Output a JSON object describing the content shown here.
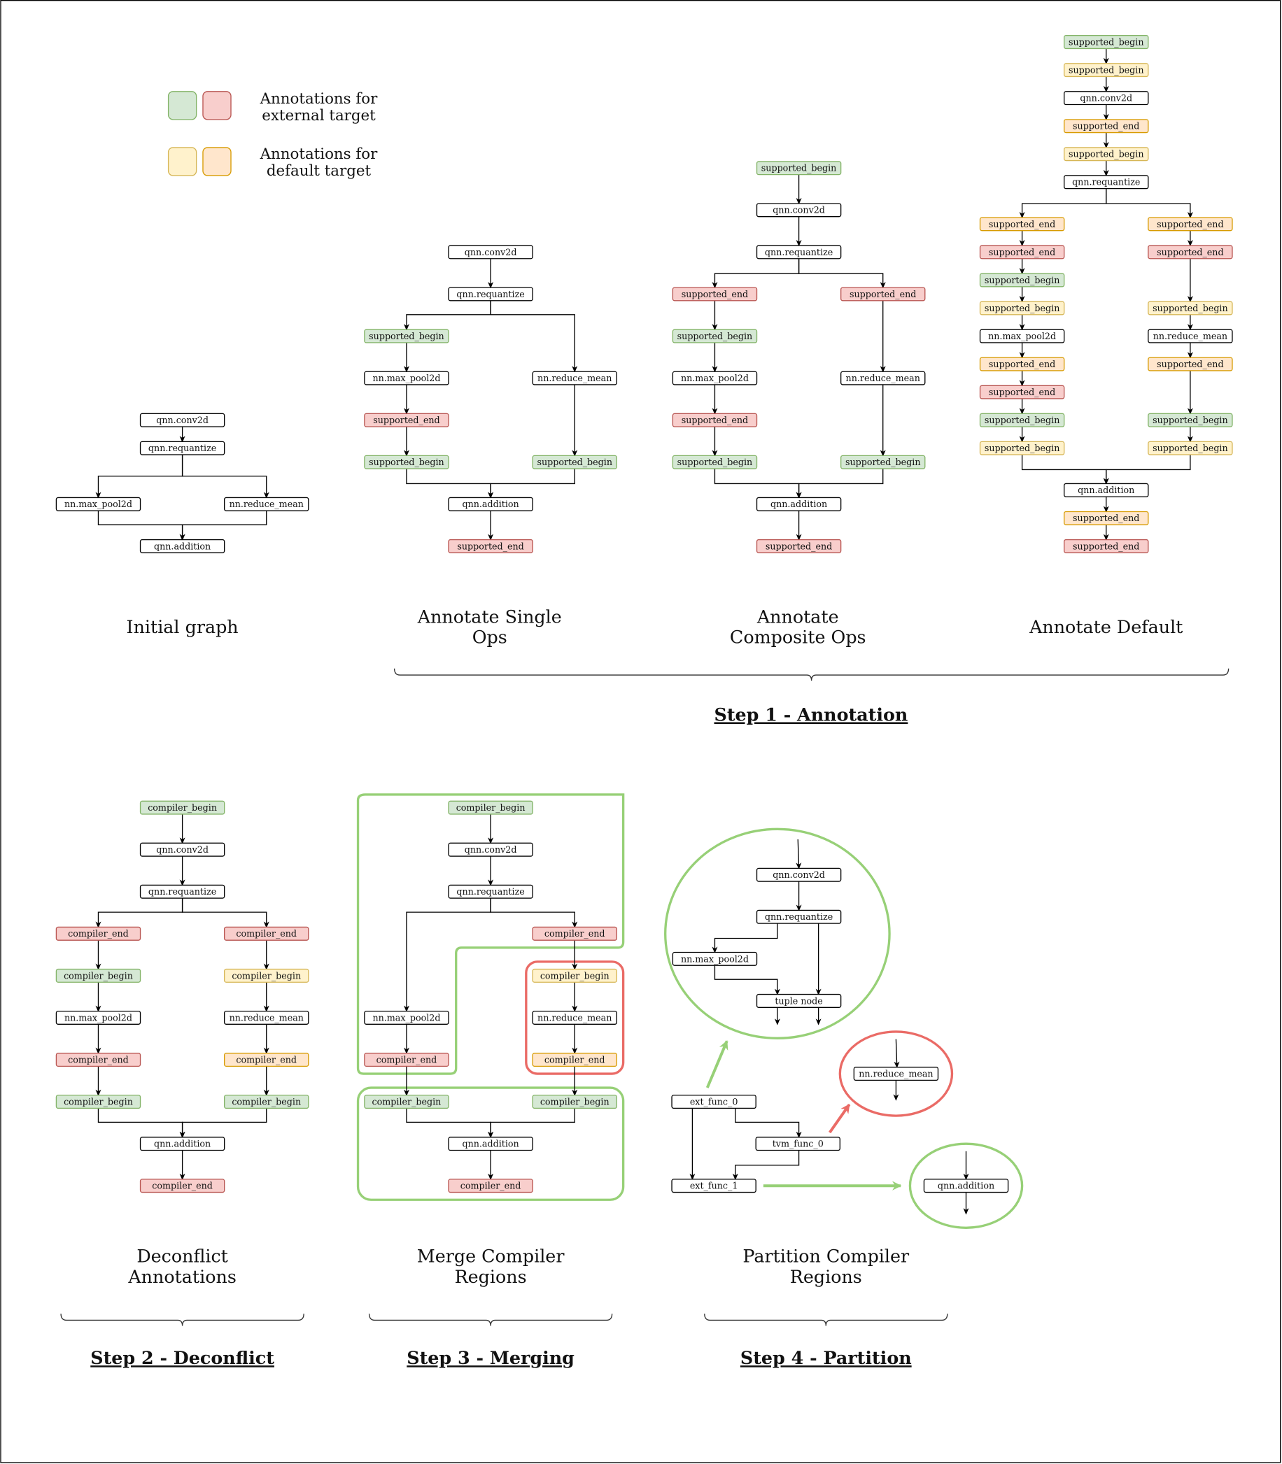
{
  "legend": [
    {
      "line1": "Annotations for",
      "line2": "external target"
    },
    {
      "line1": "Annotations for",
      "line2": "default target"
    }
  ],
  "colors": {
    "external_begin": {
      "fill": "#d5e8d4",
      "stroke": "#82b366"
    },
    "external_end": {
      "fill": "#f8cecc",
      "stroke": "#b85450"
    },
    "default_begin": {
      "fill": "#fff2cc",
      "stroke": "#d6b656"
    },
    "default_end": {
      "fill": "#ffe6cc",
      "stroke": "#d79b00"
    },
    "op": {
      "fill": "#ffffff",
      "stroke": "#000000"
    },
    "region_green": "#97d077",
    "region_red": "#ea6b66"
  },
  "panels": [
    {
      "title": [
        "Initial graph"
      ],
      "nodes": [
        "qnn.conv2d",
        "qnn.requantize",
        "nn.max_pool2d",
        "nn.reduce_mean",
        "qnn.addition"
      ]
    },
    {
      "title": [
        "Annotate Single",
        "Ops"
      ],
      "nodes": [
        "qnn.conv2d",
        "qnn.requantize",
        "supported_begin",
        "nn.max_pool2d",
        "supported_end",
        "supported_begin",
        "nn.reduce_mean",
        "supported_begin",
        "qnn.addition",
        "supported_end"
      ]
    },
    {
      "title": [
        "Annotate",
        "Composite Ops"
      ],
      "nodes": [
        "supported_begin",
        "qnn.conv2d",
        "qnn.requantize",
        "supported_end",
        "supported_end",
        "supported_begin",
        "nn.max_pool2d",
        "supported_end",
        "supported_begin",
        "nn.reduce_mean",
        "supported_begin",
        "qnn.addition",
        "supported_end"
      ]
    },
    {
      "title": [
        "Annotate Default"
      ],
      "nodes": [
        "supported_begin",
        "supported_begin",
        "qnn.conv2d",
        "supported_end",
        "supported_begin",
        "qnn.requantize",
        "supported_end",
        "supported_end",
        "supported_begin",
        "supported_begin",
        "nn.max_pool2d",
        "supported_end",
        "supported_end",
        "supported_begin",
        "supported_begin",
        "supported_end",
        "supported_end",
        "supported_begin",
        "nn.reduce_mean",
        "supported_end",
        "supported_begin",
        "supported_begin",
        "qnn.addition",
        "supported_end",
        "supported_end"
      ]
    },
    {
      "title": [
        "Deconflict",
        "Annotations"
      ],
      "nodes": [
        "compiler_begin",
        "qnn.conv2d",
        "qnn.requantize",
        "compiler_end",
        "compiler_begin",
        "nn.max_pool2d",
        "compiler_end",
        "compiler_begin",
        "compiler_end",
        "compiler_begin",
        "nn.reduce_mean",
        "compiler_end",
        "compiler_begin",
        "qnn.addition",
        "compiler_end"
      ]
    },
    {
      "title": [
        "Merge Compiler",
        "Regions"
      ],
      "nodes": [
        "compiler_begin",
        "qnn.conv2d",
        "qnn.requantize",
        "compiler_end",
        "compiler_begin",
        "nn.reduce_mean",
        "compiler_end",
        "compiler_begin",
        "nn.max_pool2d",
        "compiler_end",
        "compiler_begin",
        "qnn.addition",
        "compiler_end"
      ]
    },
    {
      "title": [
        "Partition Compiler",
        "Regions"
      ],
      "nodes": [
        "qnn.conv2d",
        "qnn.requantize",
        "nn.max_pool2d",
        "tuple node",
        "nn.reduce_mean",
        "qnn.addition",
        "ext_func_0",
        "tvm_func_0",
        "ext_func_1"
      ]
    }
  ],
  "steps": [
    "Step 1 - Annotation",
    "Step 2 - Deconflict",
    "Step 3 - Merging",
    "Step 4 - Partition"
  ]
}
